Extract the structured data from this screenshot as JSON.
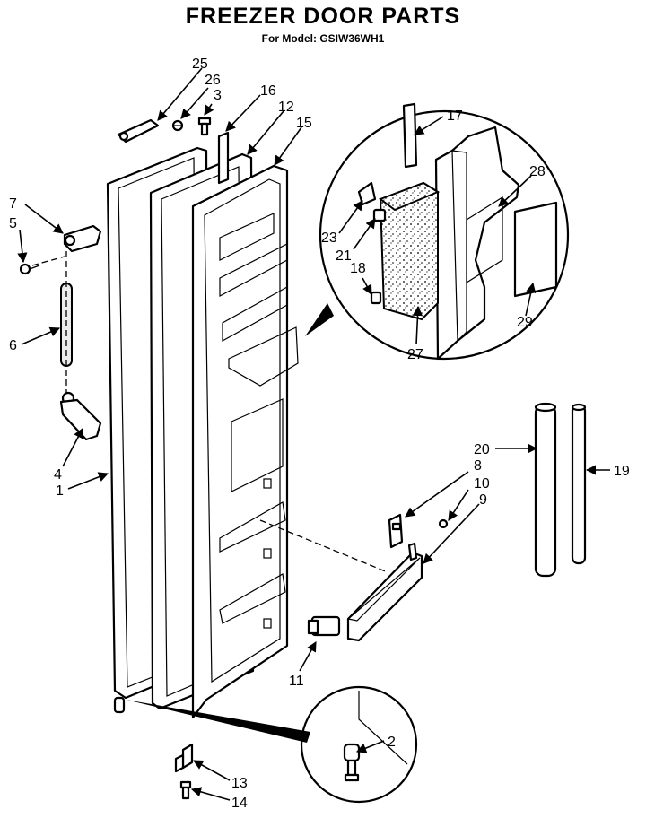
{
  "header": {
    "title": "FREEZER DOOR PARTS",
    "subtitle": "For Model: GSIW36WH1"
  },
  "callouts": [
    "1",
    "2",
    "3",
    "4",
    "5",
    "6",
    "7",
    "8",
    "9",
    "10",
    "11",
    "12",
    "13",
    "14",
    "15",
    "16",
    "17",
    "18",
    "19",
    "20",
    "21",
    "23",
    "25",
    "26",
    "27",
    "28",
    "29"
  ]
}
